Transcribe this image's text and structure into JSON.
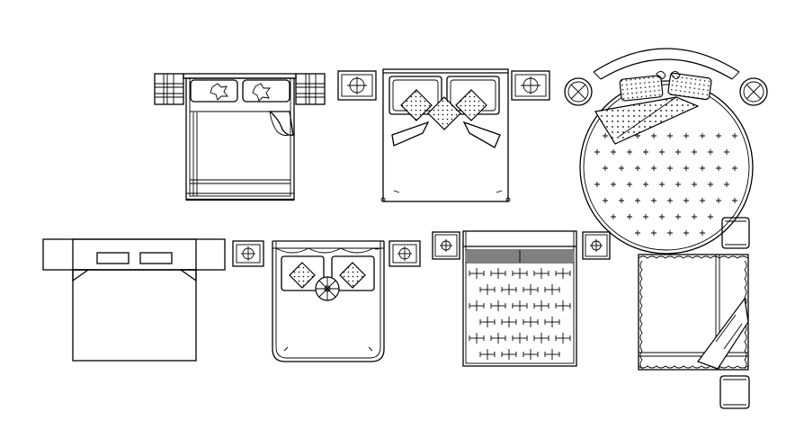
{
  "background": "#ffffff",
  "line_color": "#000000",
  "blocks": [
    {
      "id": "bed-1",
      "kind": "double-bed-with-side-plaids"
    },
    {
      "id": "bed-2",
      "kind": "double-bed-with-diamond-pillows"
    },
    {
      "id": "bed-3",
      "kind": "round-bed-with-nightstands"
    },
    {
      "id": "bed-4",
      "kind": "bed-with-headboard-panels"
    },
    {
      "id": "bed-5",
      "kind": "double-bed-with-round-cushion"
    },
    {
      "id": "bed-6",
      "kind": "bed-with-patterned-cover"
    },
    {
      "id": "bed-7",
      "kind": "side-view-bed-with-folded-sheet"
    }
  ]
}
